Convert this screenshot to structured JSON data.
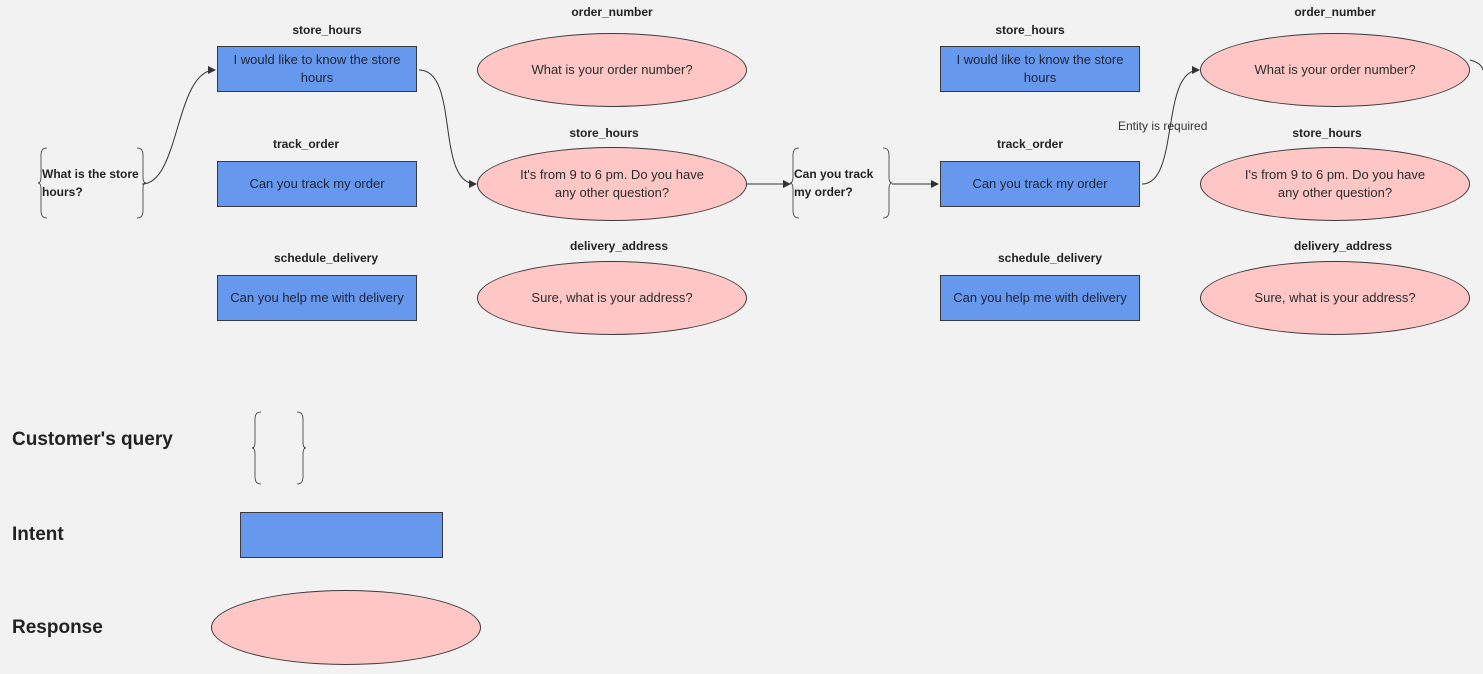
{
  "diagram_left": {
    "query": "What is the store hours?",
    "intents": [
      {
        "name": "store_hours",
        "text": "I would like to know the store hours"
      },
      {
        "name": "track_order",
        "text": "Can you track my order"
      },
      {
        "name": "schedule_delivery",
        "text": "Can you help me with delivery"
      }
    ],
    "responses": [
      {
        "name": "order_number",
        "text": "What is your order number?"
      },
      {
        "name": "store_hours",
        "text": "It's from 9 to 6 pm. Do you have any other question?"
      },
      {
        "name": "delivery_address",
        "text": "Sure, what is your address?"
      }
    ]
  },
  "diagram_right": {
    "query": "Can you track my order?",
    "intents": [
      {
        "name": "store_hours",
        "text": "I would like to know the store hours"
      },
      {
        "name": "track_order",
        "text": "Can you track my order"
      },
      {
        "name": "schedule_delivery",
        "text": "Can you help me with delivery"
      }
    ],
    "edge_label": "Entity is required",
    "responses": [
      {
        "name": "order_number",
        "text": "What is your order number?"
      },
      {
        "name": "store_hours",
        "text": "I's from 9 to 6 pm. Do you have any other question?"
      },
      {
        "name": "delivery_address",
        "text": "Sure, what is your address?"
      }
    ]
  },
  "legend": {
    "query_label": "Customer's query",
    "intent_label": "Intent",
    "response_label": "Response"
  },
  "colors": {
    "background": "#f2f2f2",
    "intent_fill": "#6699ee",
    "response_fill": "#ffc6c6",
    "stroke": "#3a3a3a"
  }
}
